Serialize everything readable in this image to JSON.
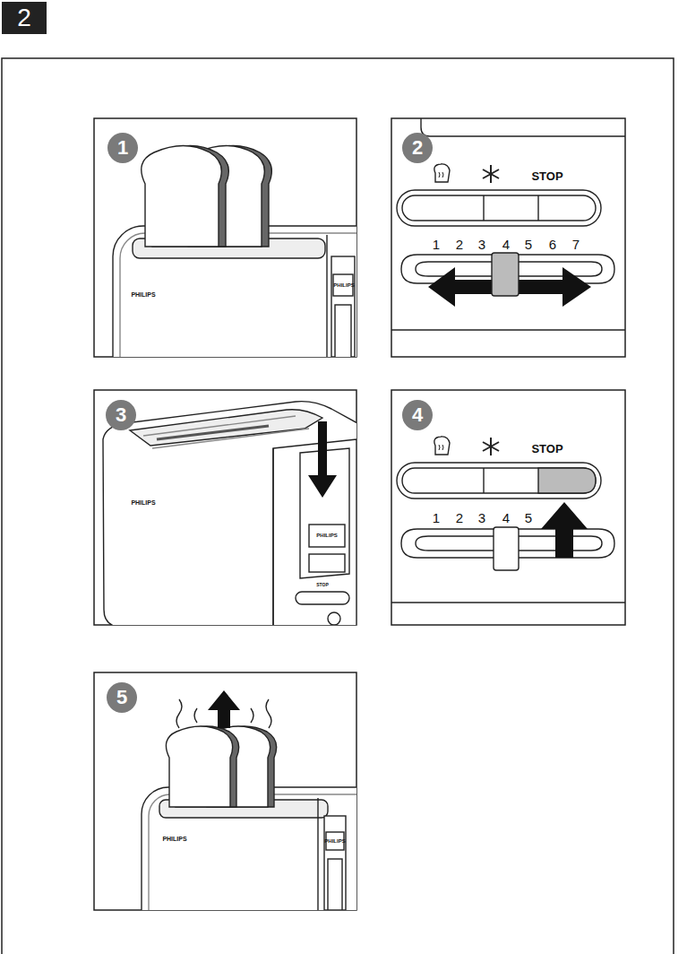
{
  "diagram": {
    "nodes": [
      {
        "text": [
          "2"
        ]
      },
      {
        "text": [
          "1"
        ]
      },
      {
        "text": [
          "2"
        ]
      },
      {
        "text": [
          "3"
        ]
      },
      {
        "text": [
          "4"
        ]
      },
      {
        "text": [
          "5"
        ]
      }
    ],
    "labels": [
      "PHILIPS",
      "PHILIPS",
      "STOP",
      "1",
      "2",
      "3",
      "4",
      "5",
      "6",
      "7",
      "PHILIPS",
      "PHILIPS",
      "STOP",
      "STOP",
      "1",
      "2",
      "3",
      "4",
      "5",
      "PHILIPS",
      "PHILIPS"
    ]
  }
}
